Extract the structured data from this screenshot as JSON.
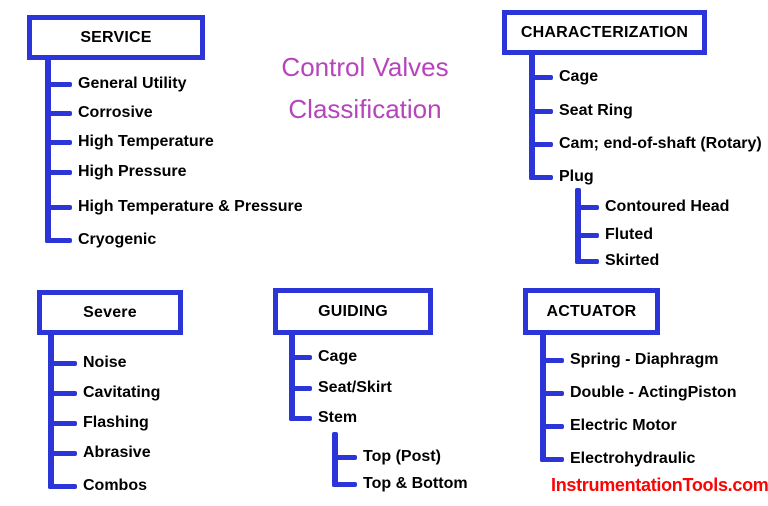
{
  "title": {
    "line1": "Control Valves",
    "line2": "Classification"
  },
  "watermark": {
    "text": "InstrumentationTools.com"
  },
  "colors": {
    "connector_blue": "#2b35d8",
    "title_magenta": "#b644bb",
    "watermark_red": "#fb0404",
    "label_black": "#000000",
    "background": "#ffffff"
  },
  "sections": {
    "service": {
      "header": "SERVICE",
      "items": [
        "General Utility",
        "Corrosive",
        "High Temperature",
        "High Pressure",
        "High Temperature & Pressure",
        "Cryogenic"
      ]
    },
    "characterization": {
      "header": "CHARACTERIZATION",
      "items": [
        "Cage",
        "Seat Ring",
        "Cam; end-of-shaft (Rotary)",
        "Plug"
      ],
      "plug_subitems": [
        "Contoured Head",
        "Fluted",
        "Skirted"
      ]
    },
    "severe": {
      "header": "Severe",
      "items": [
        "Noise",
        "Cavitating",
        "Flashing",
        "Abrasive",
        "Combos"
      ]
    },
    "guiding": {
      "header": "GUIDING",
      "items": [
        "Cage",
        "Seat/Skirt",
        "Stem"
      ],
      "stem_subitems": [
        "Top (Post)",
        "Top & Bottom"
      ]
    },
    "actuator": {
      "header": "ACTUATOR",
      "items": [
        "Spring - Diaphragm",
        "Double - ActingPiston",
        "Electric Motor",
        "Electrohydraulic"
      ]
    }
  }
}
